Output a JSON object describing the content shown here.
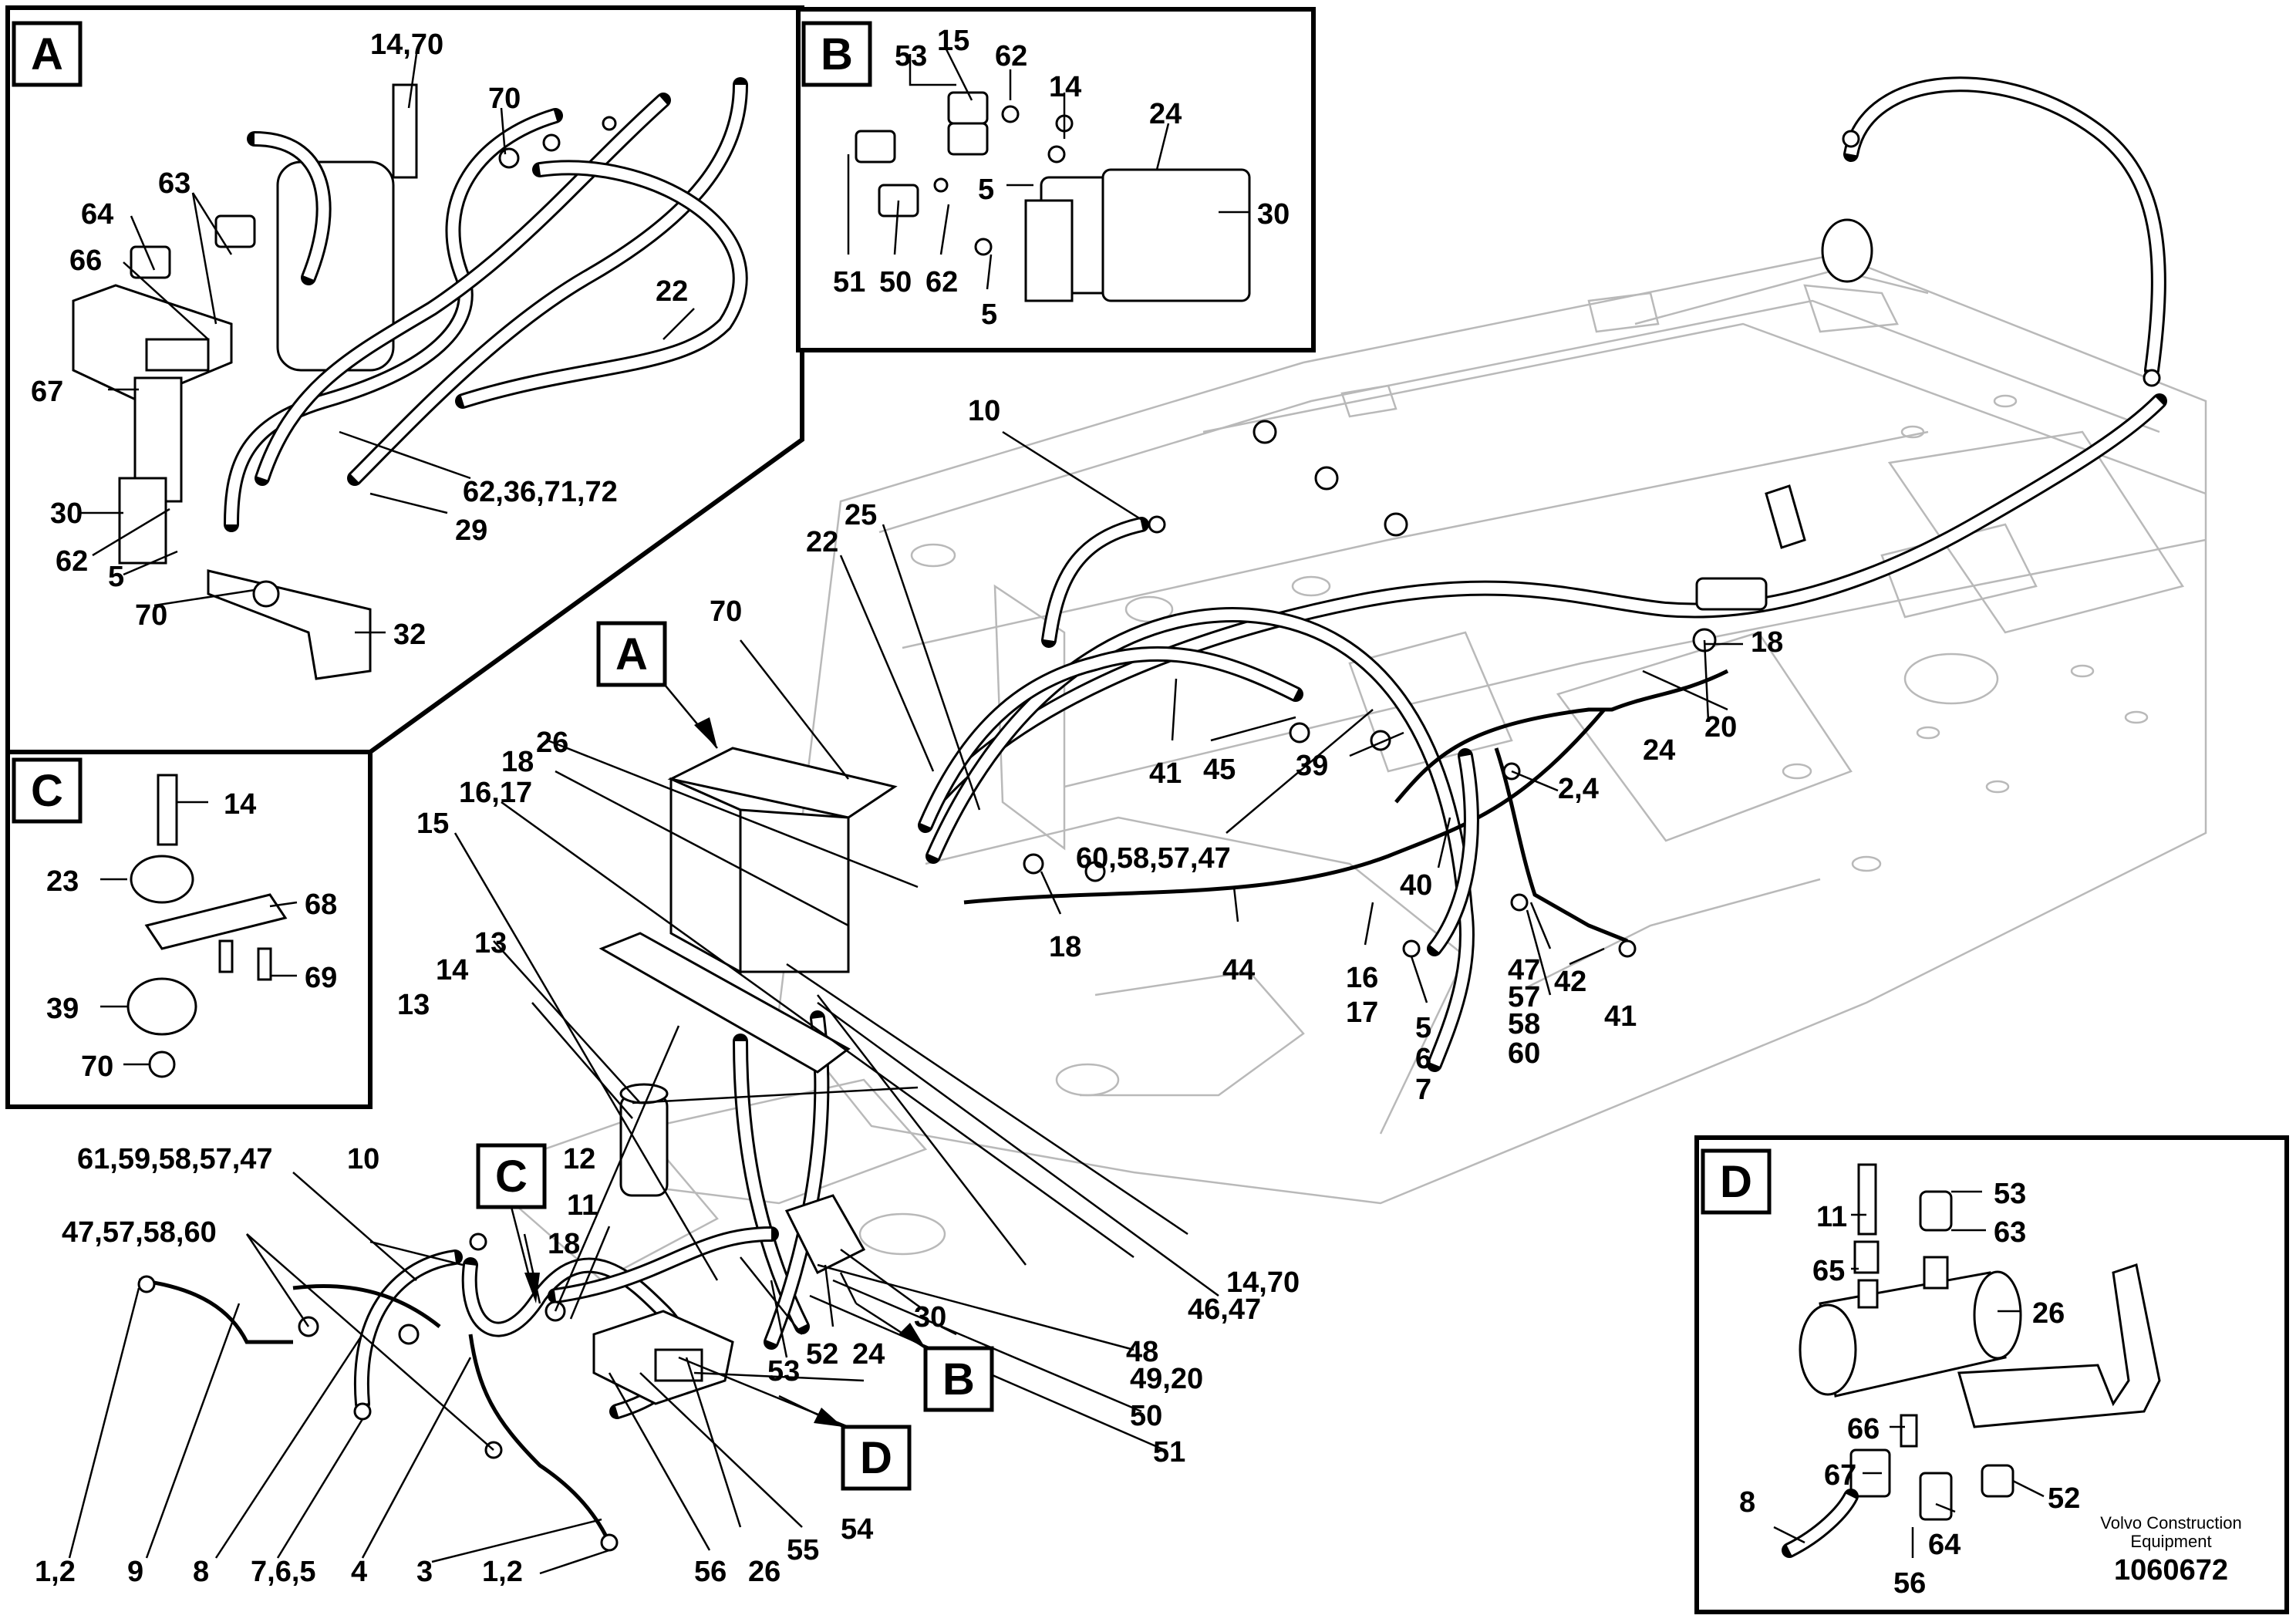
{
  "boxes": {
    "A": "A",
    "B": "B",
    "C": "C",
    "D": "D"
  },
  "inset_A": {
    "labels": [
      "14,70",
      "70",
      "63",
      "64",
      "66",
      "22",
      "67",
      "62,36,71,72",
      "30",
      "29",
      "62",
      "5",
      "70",
      "32"
    ]
  },
  "inset_B": {
    "labels": [
      "53",
      "15",
      "62",
      "14",
      "24",
      "30",
      "5",
      "51",
      "50",
      "62",
      "5"
    ]
  },
  "inset_C": {
    "labels": [
      "14",
      "23",
      "68",
      "69",
      "39",
      "70"
    ]
  },
  "inset_D": {
    "labels": [
      "53",
      "11",
      "63",
      "65",
      "26",
      "66",
      "67",
      "52",
      "8",
      "64",
      "56"
    ]
  },
  "main": {
    "labels": [
      "10",
      "25",
      "22",
      "70",
      "18",
      "20",
      "24",
      "41",
      "45",
      "39",
      "2,4",
      "26",
      "18",
      "16,17",
      "15",
      "60,58,57,47",
      "18",
      "44",
      "40",
      "16",
      "17",
      "47",
      "57",
      "58",
      "60",
      "42",
      "41",
      "5",
      "6",
      "7",
      "13",
      "14",
      "13",
      "12",
      "11",
      "61,59,58,57,47",
      "10",
      "47,57,58,60",
      "18",
      "14,70",
      "46,47",
      "30",
      "48",
      "49,20",
      "50",
      "51",
      "52",
      "24",
      "53",
      "54",
      "55",
      "26",
      "56",
      "3",
      "1,2",
      "4",
      "7,6,5",
      "8",
      "9",
      "1,2"
    ]
  },
  "footer": {
    "brand_line1": "Volvo Construction",
    "brand_line2": "Equipment",
    "drawing_number": "1060672"
  }
}
